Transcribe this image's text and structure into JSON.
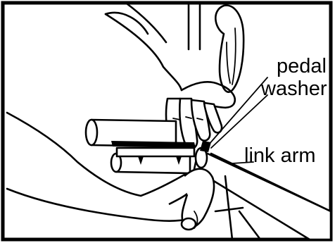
{
  "labels": {
    "pedal": "pedal",
    "washer": "washer",
    "link_arm": "link arm"
  }
}
